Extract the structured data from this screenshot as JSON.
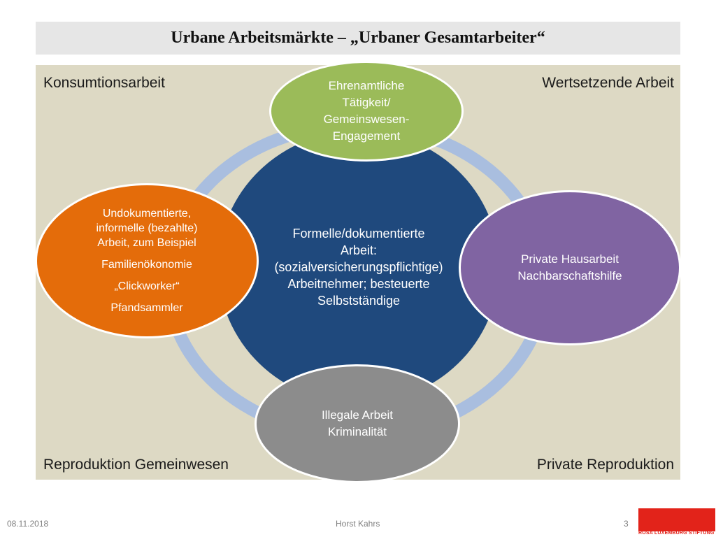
{
  "slide": {
    "title": "Urbane Arbeitsmärkte – „Urbaner Gesamtarbeiter“",
    "corners": {
      "top_left": "Konsumtionsarbeit",
      "top_right": "Wertsetzende Arbeit",
      "bottom_left": "Reproduktion Gemeinwesen",
      "bottom_right": "Private Reproduktion"
    },
    "center": {
      "lines": [
        "Formelle/dokumentierte",
        "Arbeit:",
        "(sozialversicherungspflichtige)",
        "Arbeitnehmer; besteuerte",
        "Selbstständige"
      ],
      "color": "#1f497d"
    },
    "top": {
      "lines": [
        "Ehrenamtliche",
        "Tätigkeit/",
        "Gemeinswesen-",
        "Engagement"
      ],
      "color": "#9bbb59"
    },
    "left": {
      "lines": [
        "Undokumentierte,",
        "informelle (bezahlte)",
        "Arbeit, zum Beispiel"
      ],
      "examples": [
        "Familienökonomie",
        "„Clickworker“",
        "Pfandsammler"
      ],
      "color": "#e46c0a"
    },
    "right": {
      "lines": [
        "Private Hausarbeit",
        "Nachbarschaftshilfe"
      ],
      "color": "#8064a2"
    },
    "bottom": {
      "lines": [
        "Illegale Arbeit",
        "Kriminalität"
      ],
      "color": "#8c8c8c"
    },
    "ring_color": "#a9bedf"
  },
  "footer": {
    "date": "08.11.2018",
    "author": "Horst Kahrs",
    "page": "3",
    "logo_text": "ROSA LUXEMBURG STIFTUNG"
  }
}
